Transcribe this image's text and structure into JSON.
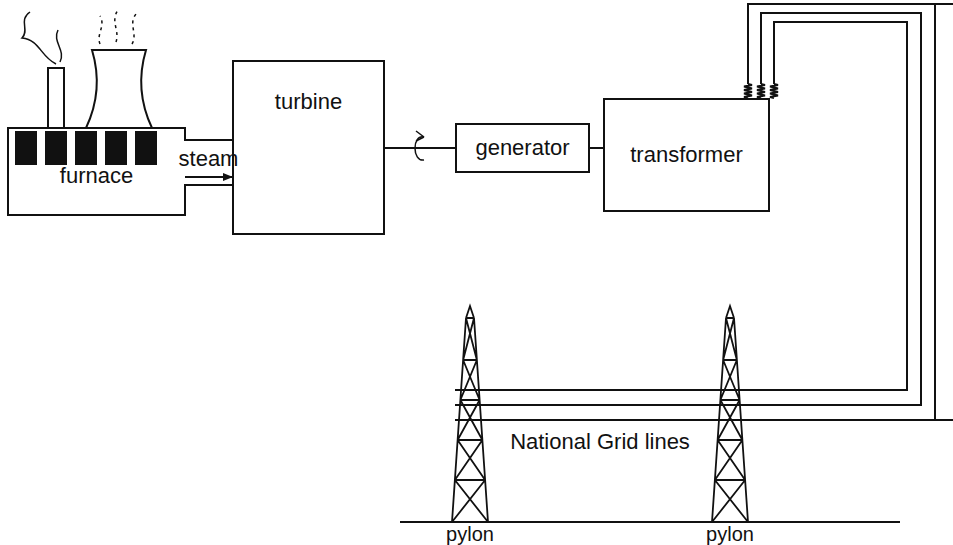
{
  "diagram": {
    "nodes": [
      {
        "text": [
          "furnace"
        ]
      },
      {
        "text": [
          "turbine"
        ]
      },
      {
        "text": [
          "generator"
        ]
      },
      {
        "text": [
          "transformer"
        ]
      }
    ],
    "edges": [
      {
        "from": 0,
        "to": 1,
        "label": "steam",
        "arrow": "to"
      },
      {
        "from": 1,
        "to": 2,
        "arrow": "none"
      },
      {
        "from": 2,
        "to": 3,
        "arrow": "none"
      }
    ],
    "labels": [
      "National Grid lines",
      "pylon",
      "pylon"
    ]
  }
}
